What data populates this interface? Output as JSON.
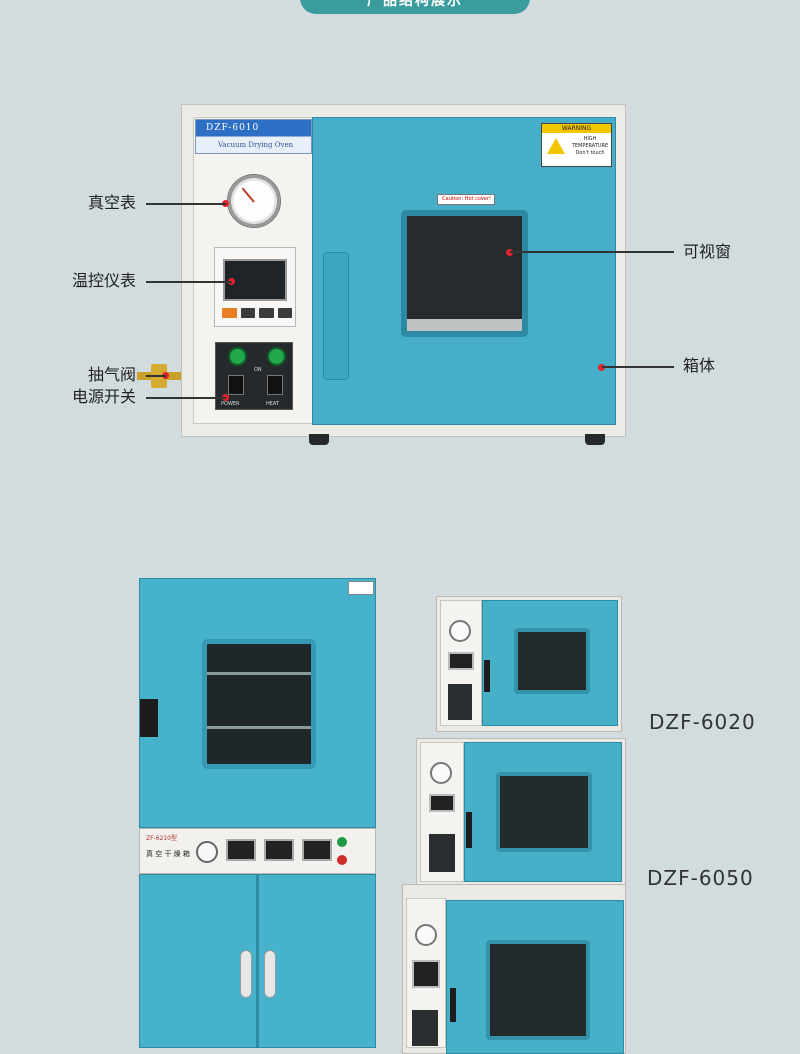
{
  "header": {
    "title": "产品结构展示"
  },
  "top_oven": {
    "model_plate": "DZF-6010",
    "model_subtitle": "Vacuum Drying Oven",
    "warning_title": "WARNING",
    "warning_text": "HIGH TEMPERATURE Don't touch",
    "caution_text": "Caution: Hot cover!",
    "switch_labels": {
      "power": "POWER",
      "on": "ON",
      "heat": "HEAT"
    }
  },
  "callouts": {
    "left": [
      "真空表",
      "温控仪表",
      "抽气阀",
      "电源开关"
    ],
    "right": [
      "可视窗",
      "箱体"
    ]
  },
  "models": [
    "DZF-6020",
    "DZF-6050"
  ],
  "big_oven": {
    "panel_title": "真 空 干 燥 箱",
    "plate": "ZF-6210型"
  },
  "colors": {
    "body": "#46aec8",
    "background": "#d2dcde",
    "accent": "#3a9c9c",
    "marker": "#e3222c"
  }
}
